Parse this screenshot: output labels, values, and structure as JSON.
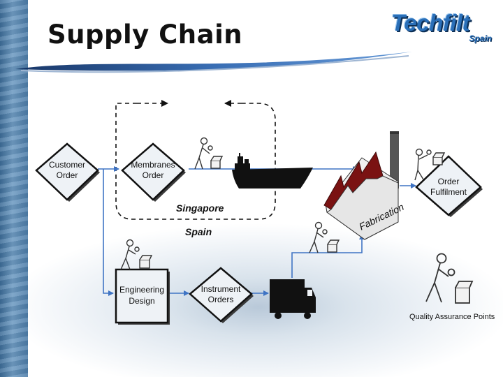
{
  "slide": {
    "title": "Supply Chain",
    "logo": {
      "main": "Techfilt",
      "sub": "Spain"
    }
  },
  "nodes": {
    "customer_order": [
      "Customer",
      "Order"
    ],
    "membranes_order": [
      "Membranes",
      "Order"
    ],
    "order_fulfilment": [
      "Order",
      "Fulfilment"
    ],
    "engineering_design": [
      "Engineering",
      "Design"
    ],
    "instrument_orders": [
      "Instrument",
      "Orders"
    ]
  },
  "regions": {
    "singapore": "Singapore",
    "spain": "Spain"
  },
  "factory_label": "Fabrication",
  "legend": {
    "quality_assurance": "Quality Assurance Points"
  },
  "colors": {
    "flow_line": "#3f74c4",
    "factory_roof": "#7a1212",
    "node_border": "#111111"
  }
}
